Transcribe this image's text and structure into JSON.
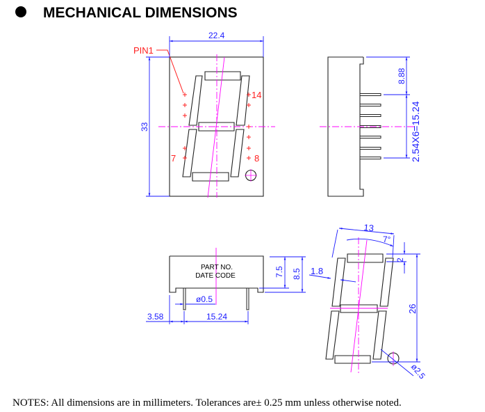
{
  "heading": "MECHANICAL DIMENSIONS",
  "front_view": {
    "width_dim": "22.4",
    "height_dim": "33",
    "pin1_label": "PIN1",
    "pin_14": "14",
    "pin_7": "7",
    "pin_8": "8"
  },
  "side_view": {
    "offset_dim": "8.88",
    "pitch_dim": "2.54X6=15.24"
  },
  "bottom_view": {
    "part_no": "PART NO.",
    "date_code": "DATE CODE",
    "height_body": "7.5",
    "height_total": "8.5",
    "pin_diameter": "ø0.5",
    "edge_offset": "3.58",
    "pin_span": "15.24"
  },
  "segment_detail": {
    "width_dim": "13",
    "slant_angle": "7°",
    "segment_thickness": "2",
    "segment_width": "1.8",
    "digit_height": "26",
    "dp_diameter": "ø2.5"
  },
  "notes": "NOTES: All dimensions are in millimeters. Tolerances are± 0.25 mm unless otherwise noted.",
  "colors": {
    "dimension": "#1a1aff",
    "centerline": "#ff00ff",
    "pin_marks": "#ff2020"
  }
}
